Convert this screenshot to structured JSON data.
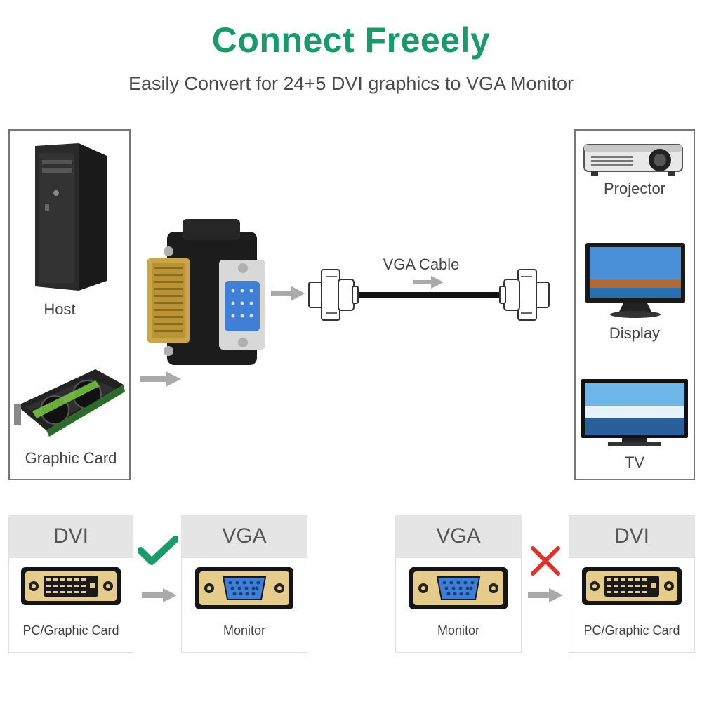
{
  "header": {
    "title": "Connect Freeely",
    "subtitle": "Easily Convert for 24+5 DVI graphics to VGA Monitor"
  },
  "left_panel": {
    "host_label": "Host",
    "card_label": "Graphic Card"
  },
  "middle": {
    "cable_label": "VGA Cable"
  },
  "right_panel": {
    "projector_label": "Projector",
    "display_label": "Display",
    "tv_label": "TV"
  },
  "compat": {
    "ok": {
      "from_head": "DVI",
      "from_label": "PC/Graphic Card",
      "to_head": "VGA",
      "to_label": "Monitor",
      "status_icon": "check-icon"
    },
    "bad": {
      "from_head": "VGA",
      "from_label": "Monitor",
      "to_head": "DVI",
      "to_label": "PC/Graphic Card",
      "status_icon": "cross-icon"
    }
  },
  "colors": {
    "title_green": "#1a9a6a",
    "check_green": "#1a9a6a",
    "cross_red": "#e0302a",
    "vga_blue": "#3f7fd6",
    "connector_gold": "#e6cc8a"
  }
}
